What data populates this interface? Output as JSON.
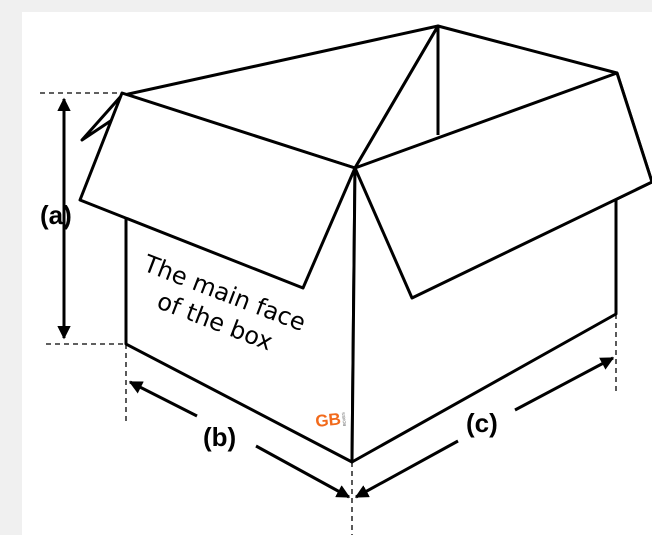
{
  "dimension_labels": {
    "height": "(a)",
    "width": "(b)",
    "depth": "(c)"
  },
  "face_caption": {
    "line1": "The main face",
    "line2": "of the box"
  },
  "logo": {
    "text": "GB",
    "small_text": "BOXES",
    "color": "#f26a1b"
  },
  "colors": {
    "background": "#f0f0f0",
    "canvas": "#ffffff",
    "stroke": "#000000"
  }
}
